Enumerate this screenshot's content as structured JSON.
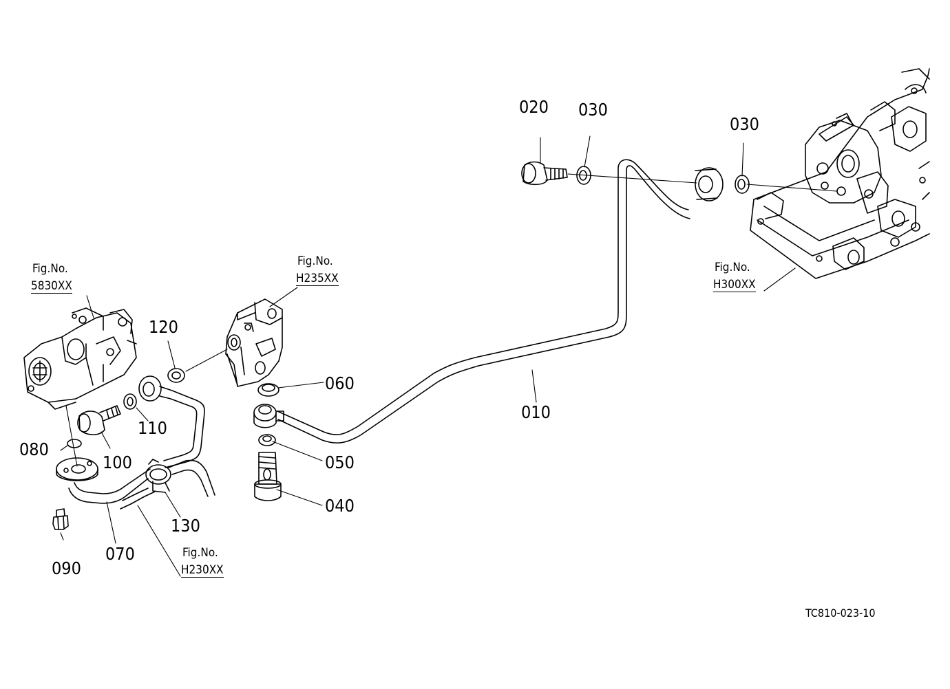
{
  "callouts": {
    "p010": "010",
    "p020": "020",
    "p030a": "030",
    "p030b": "030",
    "p040": "040",
    "p050": "050",
    "p060": "060",
    "p070": "070",
    "p080": "080",
    "p090": "090",
    "p100": "100",
    "p110": "110",
    "p120": "120",
    "p130": "130"
  },
  "figure_refs": {
    "f5830": {
      "label": "Fig.No.",
      "code": "5830XX"
    },
    "h235": {
      "label": "Fig.No.",
      "code": "H235XX"
    },
    "h300": {
      "label": "Fig.No.",
      "code": "H300XX"
    },
    "h230": {
      "label": "Fig.No.",
      "code": "H230XX"
    }
  },
  "drawing_code": "TC810-023-10",
  "colors": {
    "ink": "#000000",
    "paper": "#ffffff"
  }
}
